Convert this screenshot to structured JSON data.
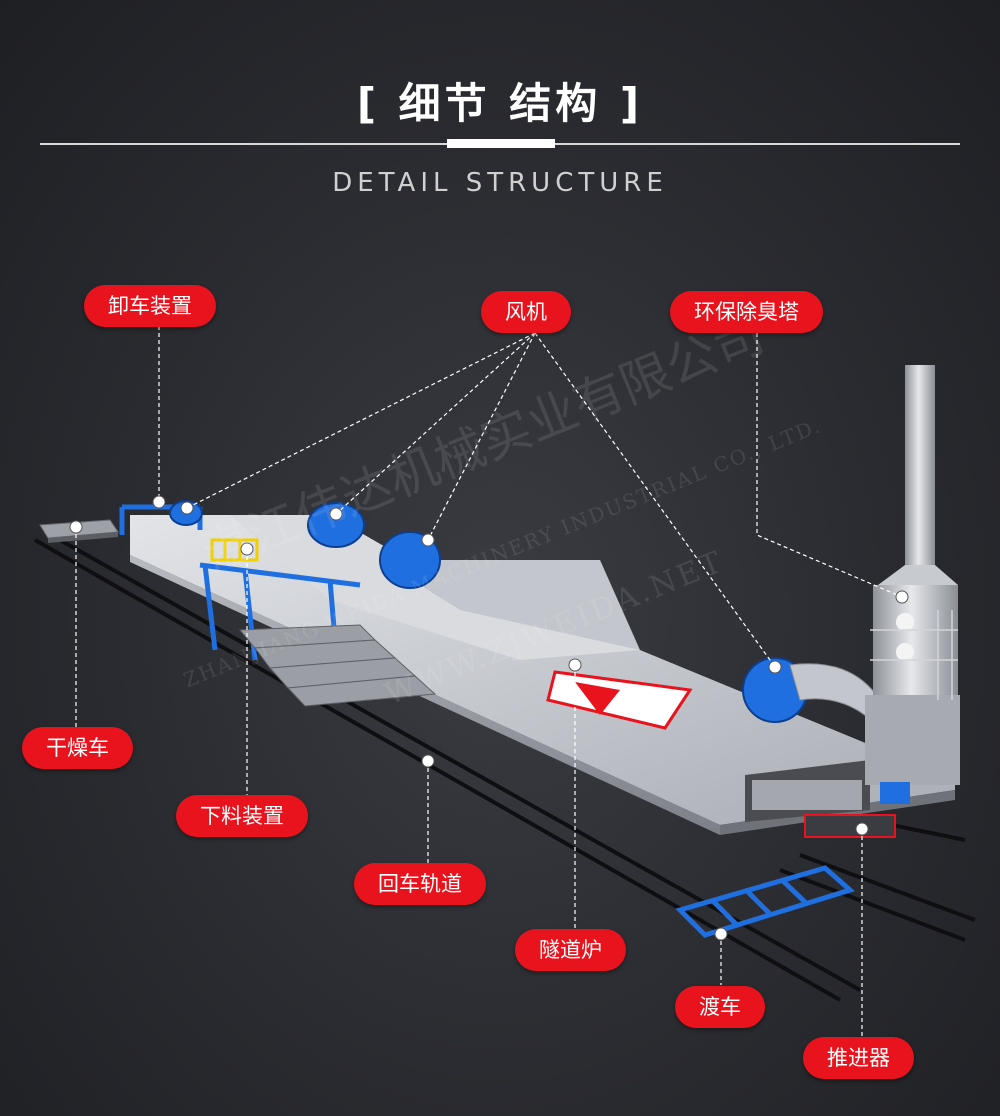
{
  "header": {
    "title": "[ 细节  结构 ]",
    "subtitle": "DETAIL STRUCTURE"
  },
  "labels": {
    "unloading_device": "卸车装置",
    "fan": "风机",
    "deodorization_tower": "环保除臭塔",
    "drying_car": "干燥车",
    "discharge_device": "下料装置",
    "return_track": "回车轨道",
    "tunnel_kiln": "隧道炉",
    "ferry_car": "渡车",
    "pusher": "推进器"
  },
  "watermark": {
    "company_cn": "湛江伟达机械实业有限公司",
    "company_en": "ZHANJIANG WEIDA MACHINERY INDUSTRIAL CO., LTD.",
    "website": "WWW.ZJWEIDA.NET"
  },
  "colors": {
    "label_bg": "#e8131d",
    "machine_blue": "#1f6fe0",
    "kiln_silver": "#c9ccd1"
  }
}
